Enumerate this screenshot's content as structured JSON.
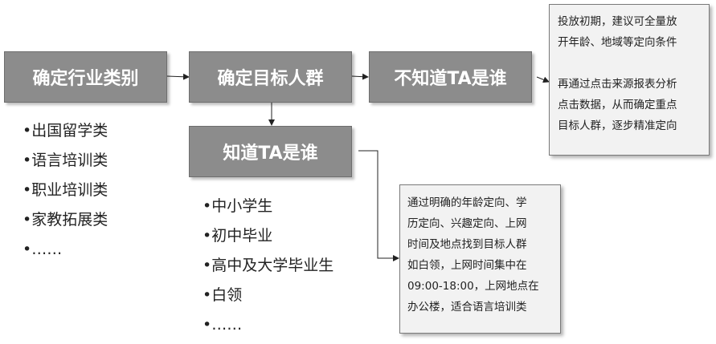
{
  "steps": {
    "industry": "确定行业类别",
    "audience": "确定目标人群",
    "unknown_ta": "不知道TA是谁",
    "known_ta": "知道TA是谁"
  },
  "industry_list": [
    "•出国留学类",
    "•语言培训类",
    "•职业培训类",
    "•家教拓展类",
    "•……"
  ],
  "audience_list": [
    "•中小学生",
    "•初中毕业",
    "•高中及大学毕业生",
    "•白领",
    "•……"
  ],
  "note_unknown": [
    "投放初期，建议可全量放",
    "开年龄、地域等定向条件",
    "",
    "再通过点击来源报表分析",
    "点击数据，从而确定重点",
    "目标人群，逐步精准定向"
  ],
  "note_known": [
    "通过明确的年龄定向、学",
    "历定向、兴趣定向、上网",
    "时间及地点找到目标人群",
    "如白领，上网时间集中在",
    "09:00-18:00，上网地点在",
    "办公楼，适合语言培训类"
  ],
  "colors": {
    "box_fill": "#8c8c8c",
    "box_text": "#ffffff",
    "note_fill": "#f2f2f2",
    "connector": "#222222"
  }
}
